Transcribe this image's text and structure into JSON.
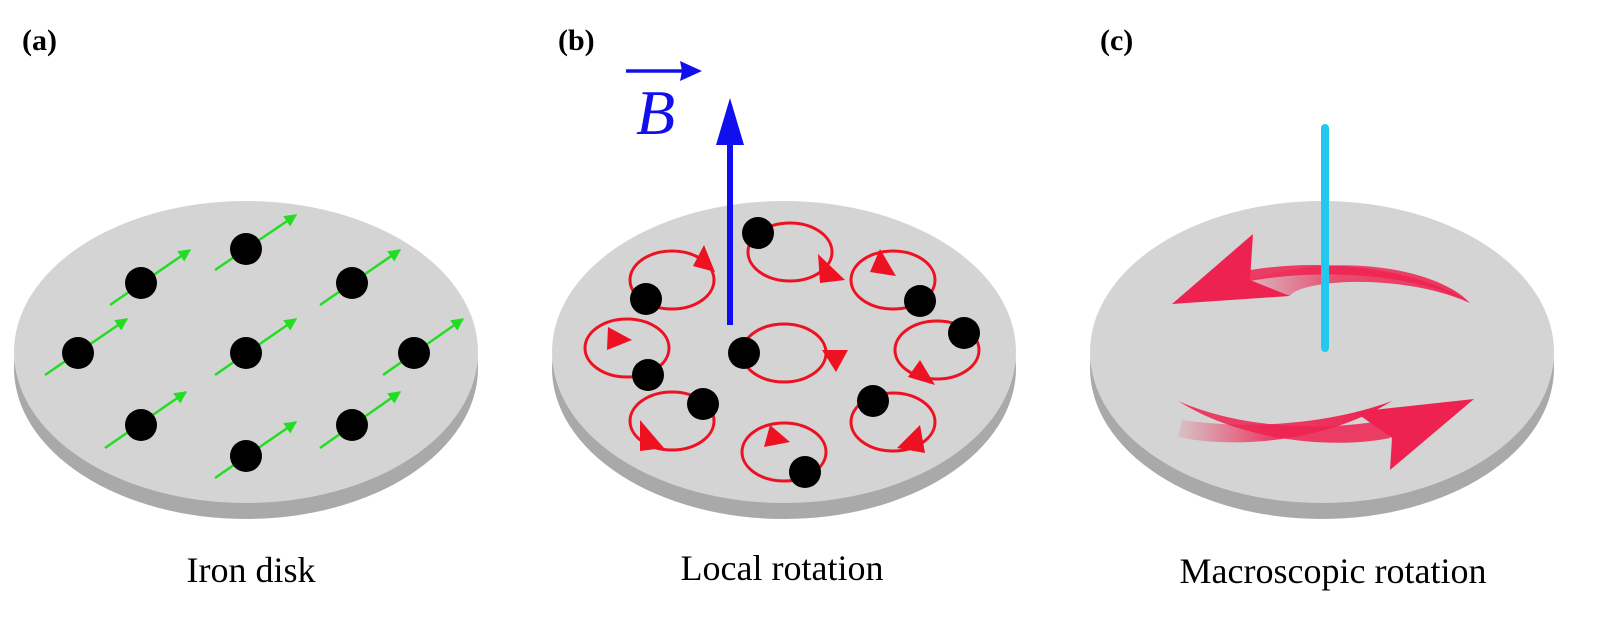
{
  "panels": [
    {
      "label": "(a)",
      "caption": "Iron disk"
    },
    {
      "label": "(b)",
      "caption": "Local rotation",
      "field_symbol": "B"
    },
    {
      "label": "(c)",
      "caption": "Macroscopic rotation"
    }
  ],
  "colors": {
    "disk_top": "#d4d4d4",
    "disk_side": "#a9a9a9",
    "atom": "#000000",
    "spin_arrow": "#22dd22",
    "orbit": "#ee1122",
    "field_arrow": "#1010ee",
    "axis": "#22c8ee",
    "rotation_arrow": "#ee2250"
  },
  "icons": {
    "atoms": "filled-circle",
    "spins": "green-arrow",
    "orbits": "circular-arrow",
    "field": "up-arrow",
    "rotation": "curved-arrow"
  }
}
